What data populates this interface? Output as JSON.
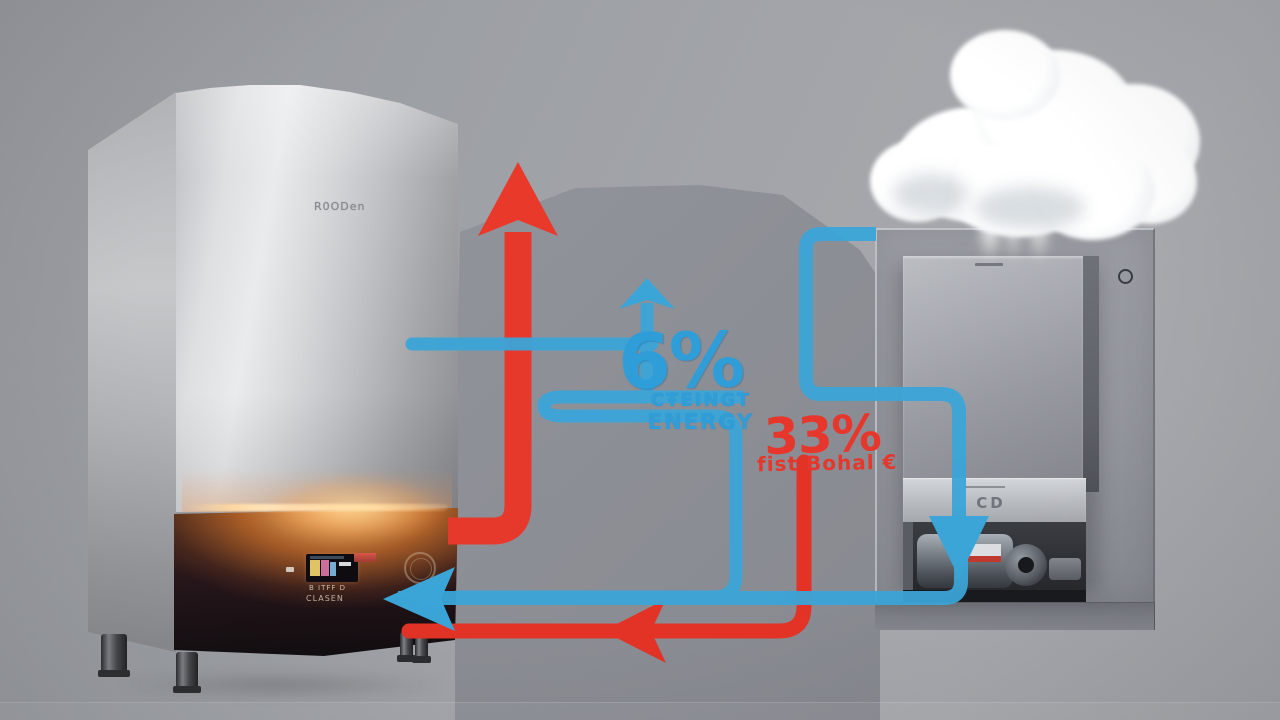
{
  "labels": {
    "recovered_percent": "6%",
    "recovered_line1": "CŦEINGT",
    "recovered_line2": "ENERGY",
    "lost_percent": "33%",
    "lost_caption": "fist Bohal €"
  },
  "left_boiler": {
    "brand": "R0ODen",
    "display_line1": "B ITFF D",
    "display_line2": "CLASEN"
  },
  "right_boiler": {
    "logo": "CD"
  },
  "colors": {
    "flow_blue": "#2F9ED8",
    "flow_red": "#E6392C",
    "glow_orange": "#FF9C45",
    "background_gray": "#9EA0A6",
    "silhouette_gray": "#8A8C93",
    "cloud_white": "#FFFFFF",
    "boiler_silver": "#D7D8DA"
  }
}
